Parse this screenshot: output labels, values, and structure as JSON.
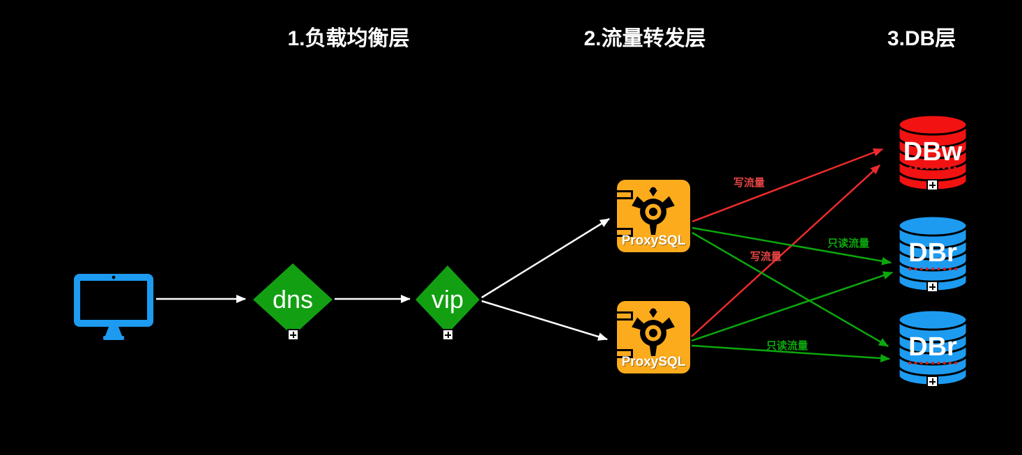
{
  "headers": [
    {
      "label": "1.负载均衡层"
    },
    {
      "label": "2.流量转发层"
    },
    {
      "label": "3.DB层"
    }
  ],
  "nodes": {
    "client": {
      "icon": "computer-monitor-icon",
      "color": "#1D9BF0"
    },
    "dns": {
      "label": "dns",
      "shape": "diamond",
      "color": "#12A012"
    },
    "vip": {
      "label": "vip",
      "shape": "diamond",
      "color": "#12A012"
    },
    "proxysql_top": {
      "label": "ProxySQL",
      "icon": "proxysql-turbine-logo",
      "color": "#FCAB1D"
    },
    "proxysql_bottom": {
      "label": "ProxySQL",
      "icon": "proxysql-turbine-logo",
      "color": "#FCAB1D"
    },
    "dbw": {
      "label": "DBw",
      "icon": "database-cylinder-icon",
      "color": "#F21212"
    },
    "dbr1": {
      "label": "DBr",
      "icon": "database-cylinder-icon",
      "color": "#1D9BF0"
    },
    "dbr2": {
      "label": "DBr",
      "icon": "database-cylinder-icon",
      "color": "#1D9BF0"
    }
  },
  "edges": {
    "write_top": {
      "label": "写流量",
      "color": "#EE2B2B"
    },
    "read_top": {
      "label": "只读流量",
      "color": "#0CA80C"
    },
    "write_bottom": {
      "label": "写流量",
      "color": "#EE2B2B"
    },
    "read_bottom": {
      "label": "只读流量",
      "color": "#0CA80C"
    }
  },
  "expand_icon": {
    "glyph": "plus",
    "count": 5
  },
  "colors": {
    "background": "#000000",
    "white_arrow": "#FFFFFF",
    "write_red": "#EE2B2B",
    "read_green": "#0CA80C",
    "node_green": "#12A012",
    "proxysql_orange": "#FCAB1D",
    "db_red": "#F21212",
    "db_blue": "#1D9BF0"
  }
}
